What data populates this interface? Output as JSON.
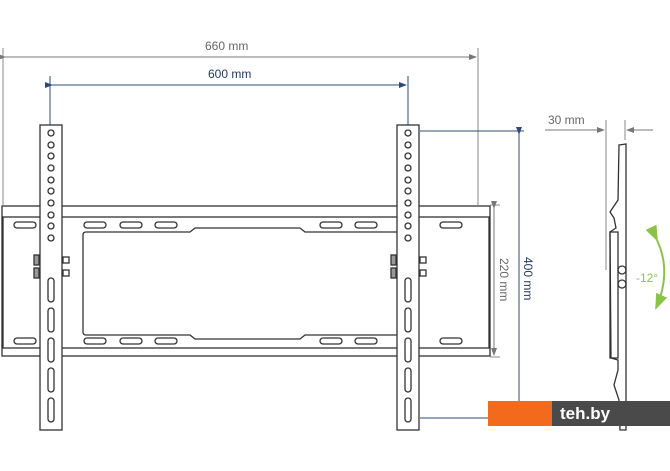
{
  "dimensions": {
    "overall_width": "660 mm",
    "vesa_horizontal": "600 mm",
    "vesa_vertical": "400 mm",
    "plate_height": "220 mm",
    "wall_distance": "30 mm",
    "tilt_angle": "-12°"
  },
  "watermark": "teh.by",
  "colors": {
    "line": "#333333",
    "dim_gray": "#777777",
    "dim_blue": "#2c4a7a",
    "tilt_green": "#8bc34a",
    "logo_orange": "#f26a1b",
    "logo_gray": "#4a4a4a"
  }
}
